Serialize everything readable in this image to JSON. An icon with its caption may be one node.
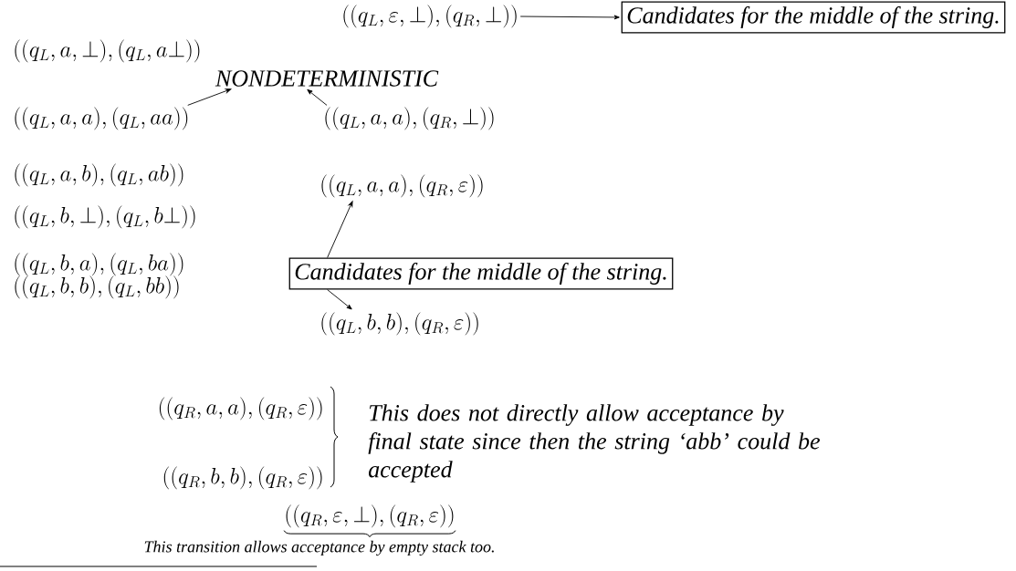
{
  "diagram": {
    "nodes": [
      {
        "text": [
          "((q_L,\\varepsilon,\\bot),(q_R,\\bot))"
        ]
      },
      {
        "text": [
          "Candidates for the middle of the string."
        ]
      },
      {
        "text": [
          "NONDETERMINISTIC"
        ]
      },
      {
        "text": [
          "((q_L,a,a),(q_L,aa))"
        ]
      },
      {
        "text": [
          "((q_L,a,a),(q_R,\\bot))"
        ]
      },
      {
        "text": [
          "((q_L,a,a),(q_R,\\varepsilon))"
        ]
      },
      {
        "text": [
          "Candidates for the middle of the string."
        ]
      },
      {
        "text": [
          "((q_L,b,b),(q_R,\\varepsilon))"
        ]
      }
    ],
    "edges": [
      {
        "from": 0,
        "to": 1,
        "arrow": "to"
      },
      {
        "from": 3,
        "to": 2,
        "arrow": "to"
      },
      {
        "from": 4,
        "to": 2,
        "arrow": "to"
      },
      {
        "from": 6,
        "to": 5,
        "arrow": "to"
      },
      {
        "from": 6,
        "to": 7,
        "arrow": "to"
      }
    ],
    "labels": [
      "((q_L,a,\\bot),(q_L,a\\bot))",
      "((q_L,a,b),(q_L,ab))",
      "((q_L,b,\\bot),(q_L,b\\bot))",
      "((q_L,b,a),(q_L,ba))",
      "((q_L,b,b),(q_L,bb))",
      "((q_R,a,a),(q_R,\\varepsilon))",
      "((q_R,b,b),(q_R,\\varepsilon))",
      "This does not directly allow acceptance by final state since then the string ‘abb’ could be accepted",
      "((q_R,\\varepsilon,\\bot),(q_R,\\varepsilon))",
      "This transition allows acceptance by empty stack too."
    ]
  }
}
